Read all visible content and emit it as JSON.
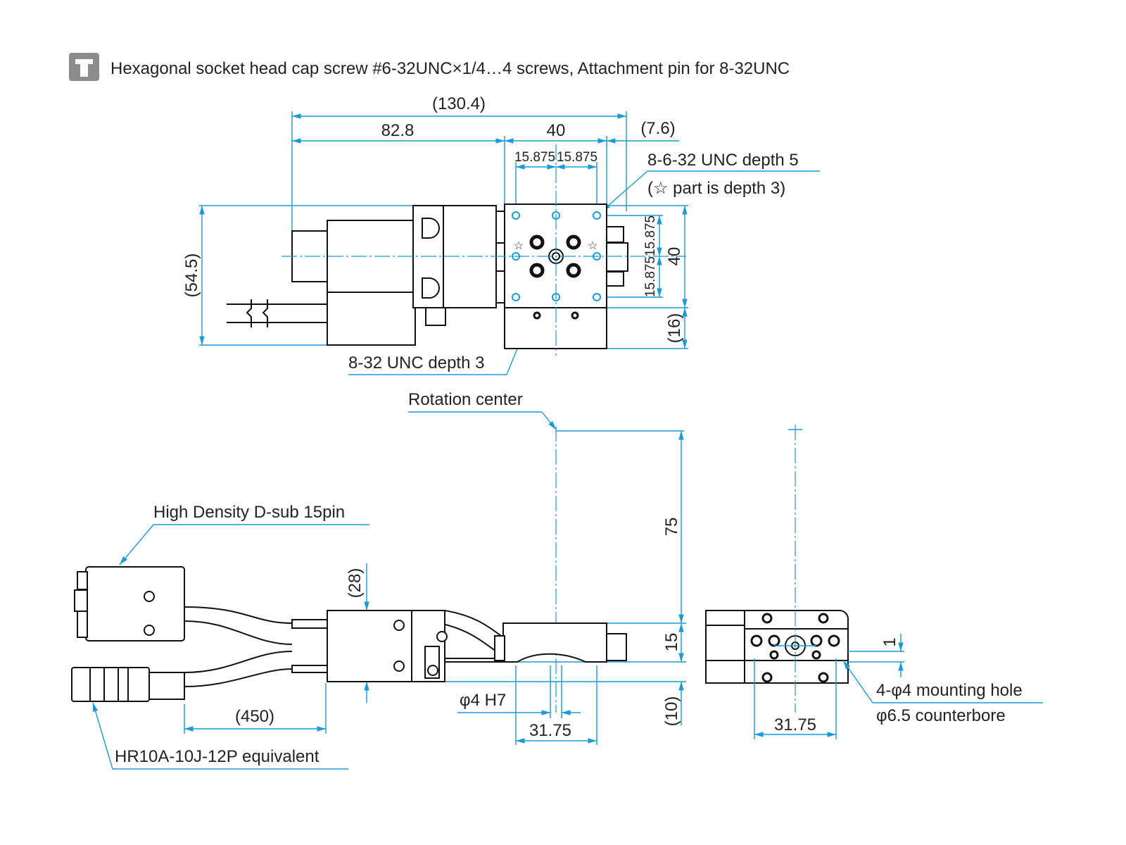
{
  "header": {
    "icon": "screw-icon",
    "title": "Hexagonal socket head cap screw #6-32UNC×1/4…4 screws, Attachment pin for 8-32UNC"
  },
  "top_view": {
    "dims": {
      "overall": "(130.4)",
      "left": "82.8",
      "stage": "40",
      "offset": "(7.6)",
      "pitch_a": "15.875",
      "pitch_b": "15.875",
      "height": "(54.5)",
      "stage_h": "40",
      "base_h": "(16)",
      "pitch_v_a": "15.875",
      "pitch_v_b": "15.875"
    },
    "notes": {
      "tapped": "8-6-32 UNC depth 5",
      "star": "(☆ part is depth 3)",
      "center_tap": "8-32 UNC depth 3"
    }
  },
  "side_view": {
    "labels": {
      "rotation": "Rotation center",
      "dsub": "High Density D-sub 15pin",
      "hr10": "HR10A-10J-12P equivalent",
      "pin": "φ4 H7"
    },
    "dims": {
      "height75": "75",
      "stage15": "15",
      "base10": "(10)",
      "cable28": "(28)",
      "cable_len": "(450)",
      "pitch": "31.75"
    }
  },
  "front_view": {
    "dims": {
      "pitch": "31.75",
      "step": "1"
    },
    "notes": {
      "hole": "4-φ4 mounting hole",
      "counterbore": "φ6.5 counterbore"
    }
  },
  "colors": {
    "dimension": "#1a9ad6",
    "outline": "#111111",
    "icon": "#8c8c8c"
  }
}
